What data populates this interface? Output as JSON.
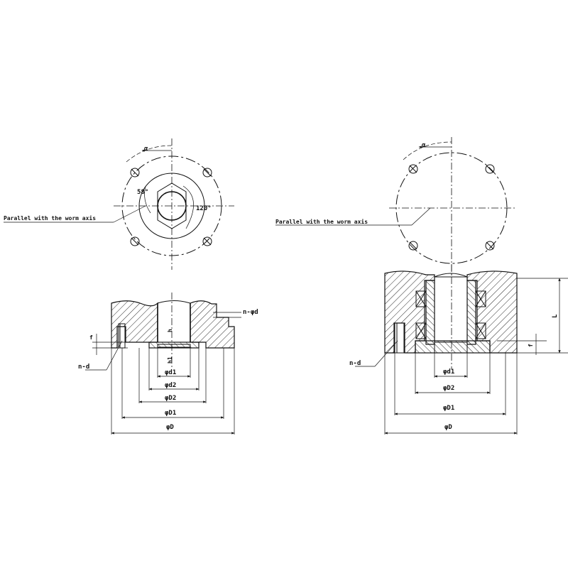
{
  "left_view": {
    "alpha": "α",
    "angle_58": "58°",
    "angle_120": "120°",
    "parallel_note": "Parallel with the worm axis",
    "n_phi_d": "n-φd",
    "f": "f",
    "h": "h",
    "h1": "h1",
    "n_d": "n-d",
    "phi_d1": "φd1",
    "phi_d2": "φd2",
    "phi_D2": "φD2",
    "phi_D1": "φD1",
    "phi_D": "φD"
  },
  "right_view": {
    "alpha": "α",
    "parallel_note": "Parallel with the worm axis",
    "L": "L",
    "f": "f",
    "n_d": "n-d",
    "phi_d1": "φd1",
    "phi_D2": "φD2",
    "phi_D1": "φD1",
    "phi_D": "φD"
  }
}
